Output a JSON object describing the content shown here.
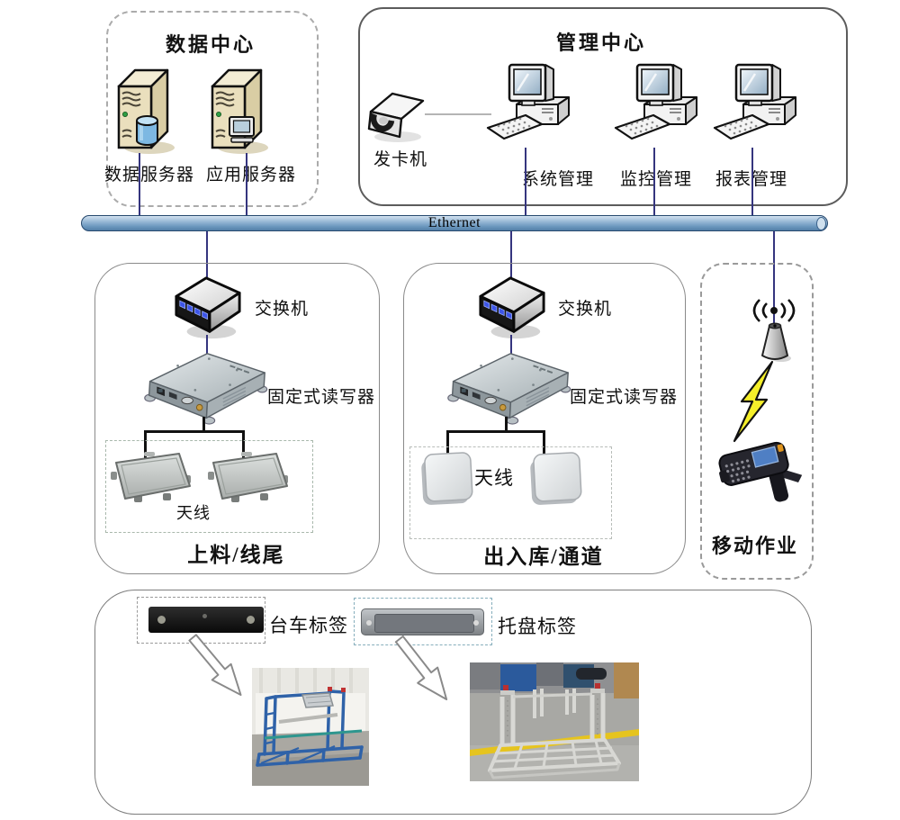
{
  "data_center": {
    "title": "数据中心",
    "servers": [
      {
        "label": "数据服务器"
      },
      {
        "label": "应用服务器"
      }
    ]
  },
  "management_center": {
    "title": "管理中心",
    "card_issuer": {
      "label": "发卡机"
    },
    "workstations": [
      {
        "label": "系统管理"
      },
      {
        "label": "监控管理"
      },
      {
        "label": "报表管理"
      }
    ]
  },
  "network": {
    "ethernet_label": "Ethernet"
  },
  "zones": {
    "loading": {
      "title": "上料/线尾",
      "switch_label": "交换机",
      "reader_label": "固定式读写器",
      "antenna_label": "天线"
    },
    "gateway": {
      "title": "出入库/通道",
      "switch_label": "交换机",
      "reader_label": "固定式读写器",
      "antenna_label": "天线"
    },
    "mobile": {
      "title": "移动作业"
    }
  },
  "tags": {
    "trolley": {
      "label": "台车标签"
    },
    "pallet": {
      "label": "托盘标签"
    }
  },
  "colors": {
    "bus_fill": "#6e9ac0",
    "bus_border": "#27496e",
    "connector_line": "#35357e",
    "antenna_line": "#111111",
    "lightning": "#f5ef2a",
    "led_blue": "#3d55e8"
  }
}
